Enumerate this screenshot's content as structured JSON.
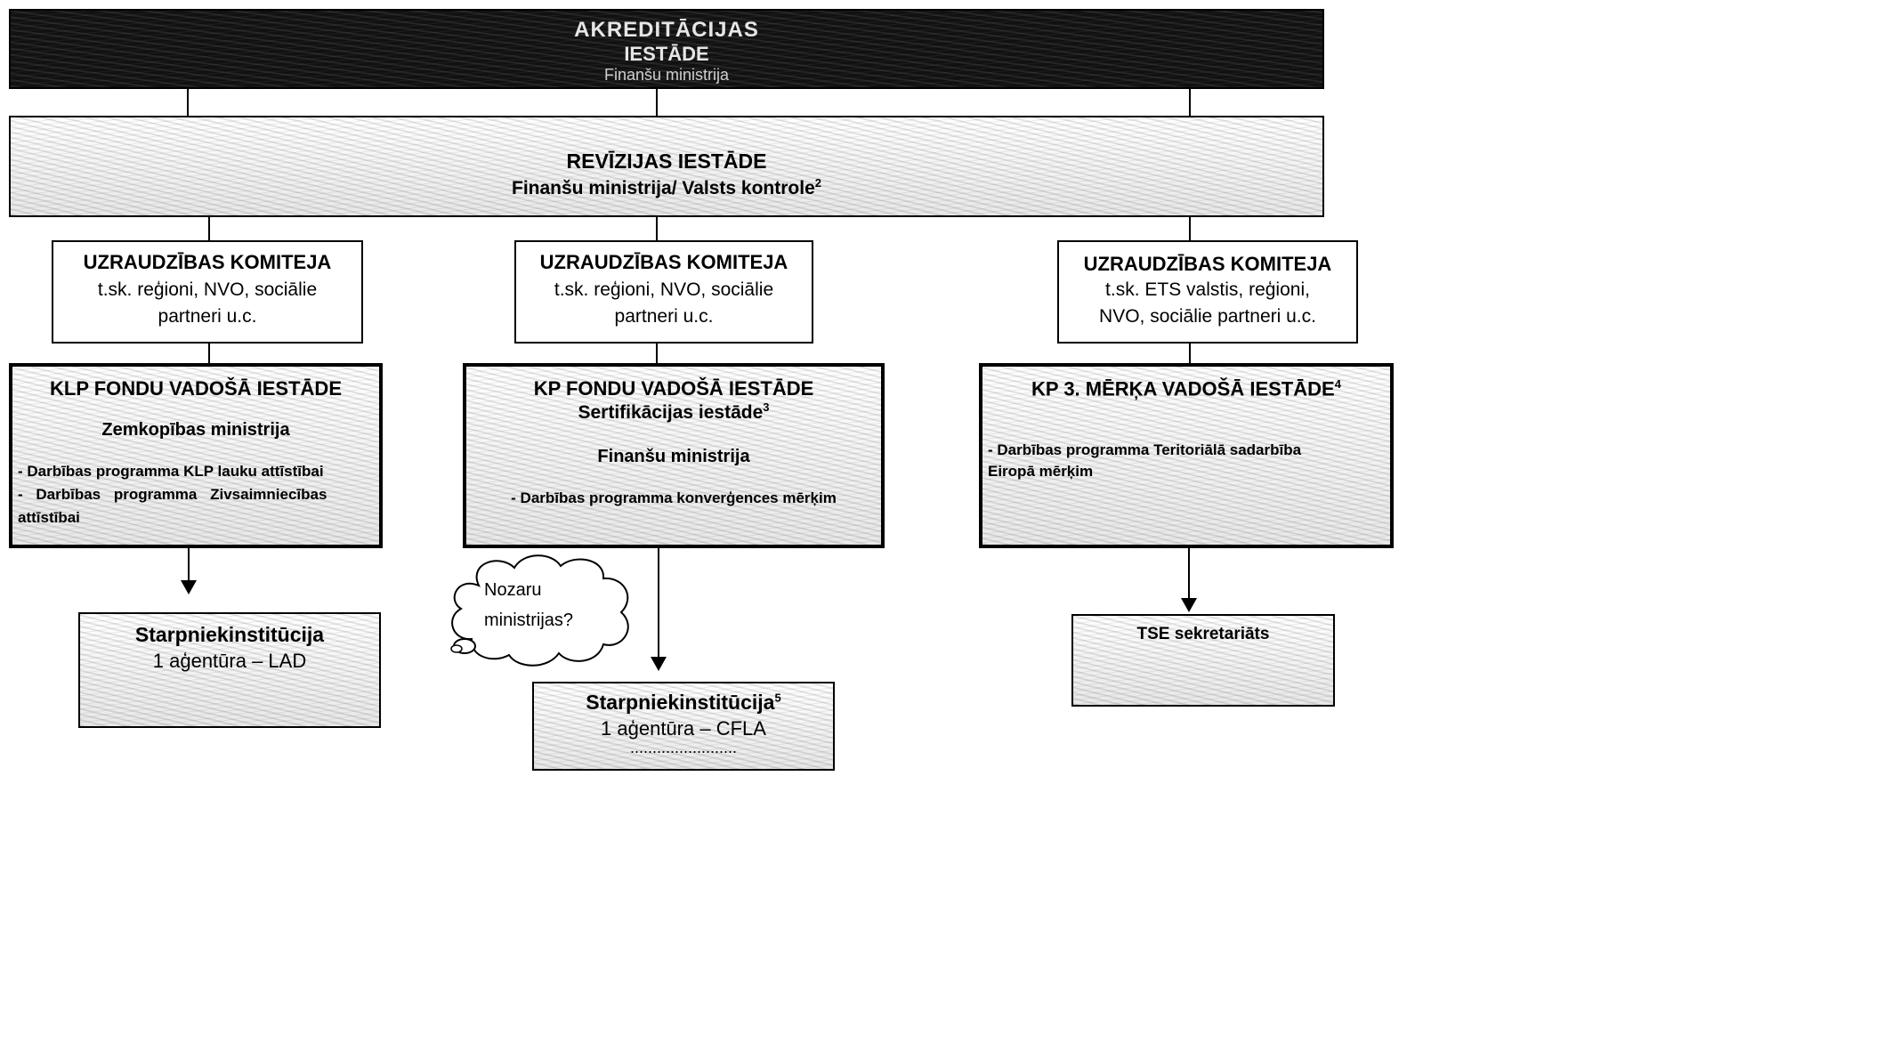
{
  "accreditation": {
    "title_line1": "AKREDITĀCIJAS",
    "title_line2": "IESTĀDE",
    "title_line3": "Finanšu ministrija"
  },
  "audit": {
    "title": "REVĪZIJAS IESTĀDE",
    "subtitle": "Finanšu ministrija/ Valsts kontrole",
    "subtitle_sup": "2"
  },
  "committees": [
    {
      "title": "UZRAUDZĪBAS KOMITEJA",
      "line1": "t.sk. reģioni, NVO, sociālie",
      "line2": "partneri u.c."
    },
    {
      "title": "UZRAUDZĪBAS KOMITEJA",
      "line1": "t.sk. reģioni, NVO, sociālie",
      "line2": "partneri u.c."
    },
    {
      "title": "UZRAUDZĪBAS KOMITEJA",
      "line1": "t.sk. ETS valstis, reģioni,",
      "line2": "NVO, sociālie partneri u.c."
    }
  ],
  "managing": [
    {
      "title": "KLP FONDU VADOŠĀ IESTĀDE",
      "ministry": "Zemkopības ministrija",
      "program1": "- Darbības programma KLP lauku attīstībai",
      "program2": "- Darbības programma Zivsaimniecības",
      "program2b": "attīstībai"
    },
    {
      "title": "KP FONDU VADOŠĀ IESTĀDE",
      "subtitle": "Sertifikācijas iestāde",
      "subtitle_sup": "3",
      "ministry": "Finanšu ministrija",
      "program1": "- Darbības programma konverģences mērķim"
    },
    {
      "title": "KP 3. MĒRĶA VADOŠĀ IESTĀDE",
      "title_sup": "4",
      "program1": "- Darbības programma Teritoriālā sadarbība",
      "program1b": "Eiropā mērķim"
    }
  ],
  "intermediate": [
    {
      "title": "Starpniekinstitūcija",
      "line1": "1 aģentūra – LAD"
    },
    {
      "title": "Starpniekinstitūcija",
      "title_sup": "5",
      "line1": "1 aģentūra – CFLA",
      "dots": "........................"
    },
    {
      "title": "TSE sekretariāts"
    }
  ],
  "cloud": {
    "line1": "Nozaru",
    "line2": "ministrijas?"
  }
}
